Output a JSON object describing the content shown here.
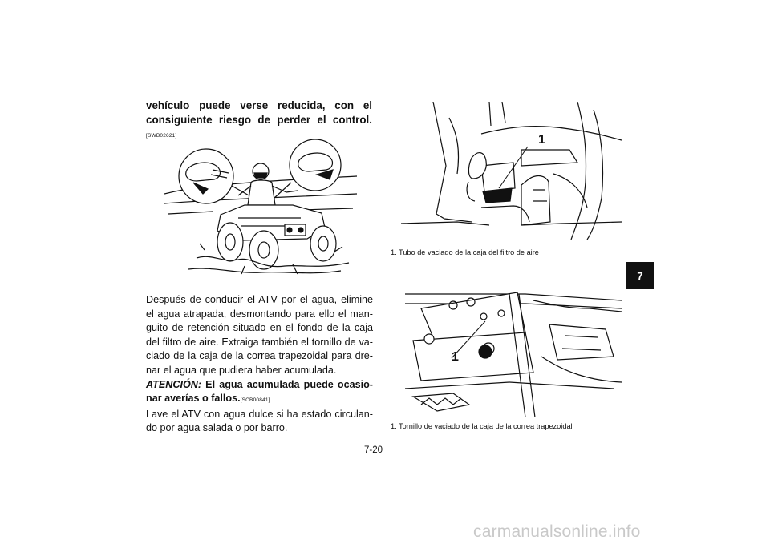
{
  "warning": {
    "text": "vehículo puede verse reducida, con el consi­guiente riesgo de perder el control.",
    "code": "[SWB02621]"
  },
  "body": {
    "para1": "Después de conducir el ATV por el agua, elimine el agua atrapada, desmontando para ello el man­guito de retención situado en el fondo de la caja del filtro de aire. Extraiga también el tornillo de va­ciado de la caja de la correa trapezoidal para dre­nar el agua que pudiera haber acumulada.",
    "atencion_label": "ATENCIÓN:",
    "atencion_text": " El agua acumulada puede ocasio­nar averías o fallos.",
    "atencion_code": "[SCB00841]",
    "para2": "Lave el ATV con agua dulce si ha estado circulan­do por agua salada o por barro."
  },
  "figure1": {
    "callout": "1",
    "caption": "1.  Tubo de vaciado de la caja del filtro de aire"
  },
  "figure2": {
    "callout": "1",
    "caption": "1.  Tornillo de vaciado de la caja de la correa trapezoidal"
  },
  "chapter_tab": "7",
  "page_number": "7-20",
  "watermark": "carmanualsonline.info"
}
